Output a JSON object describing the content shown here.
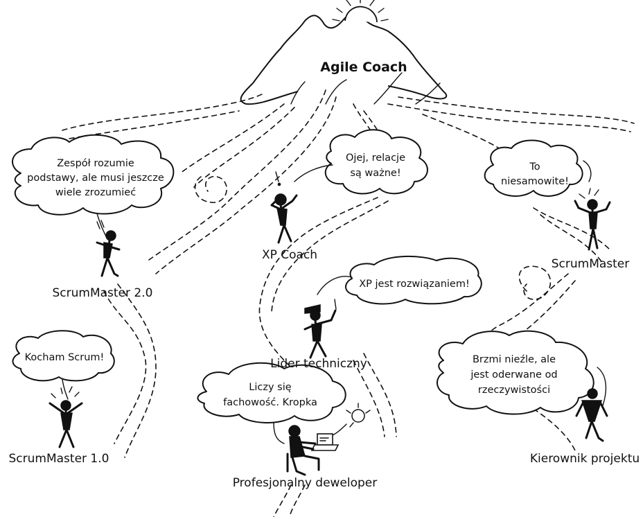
{
  "peak_label": "Agile Coach",
  "characters": {
    "scrummaster_2": {
      "label": "ScrumMaster 2.0",
      "bubble": [
        "Zespół rozumie",
        "podstawy, ale musi jeszcze",
        "wiele zrozumieć"
      ]
    },
    "xp_coach": {
      "label": "XP Coach",
      "bubble": [
        "Ojej, relacje",
        "są ważne!"
      ]
    },
    "scrummaster": {
      "label": "ScrumMaster",
      "bubble": [
        "To",
        "niesamowite!"
      ]
    },
    "lider": {
      "label": "Lider techniczny",
      "bubble": [
        "XP jest rozwiązaniem!"
      ]
    },
    "scrummaster_1": {
      "label": "ScrumMaster 1.0",
      "bubble": [
        "Kocham Scrum!"
      ]
    },
    "deweloper": {
      "label": "Profesjonalny deweloper",
      "bubble": [
        "Liczy się",
        "fachowość. Kropka"
      ]
    },
    "kierownik": {
      "label": "Kierownik projektu",
      "bubble": [
        "Brzmi nieźle, ale",
        "jest oderwane od",
        "rzeczywistości"
      ]
    }
  }
}
